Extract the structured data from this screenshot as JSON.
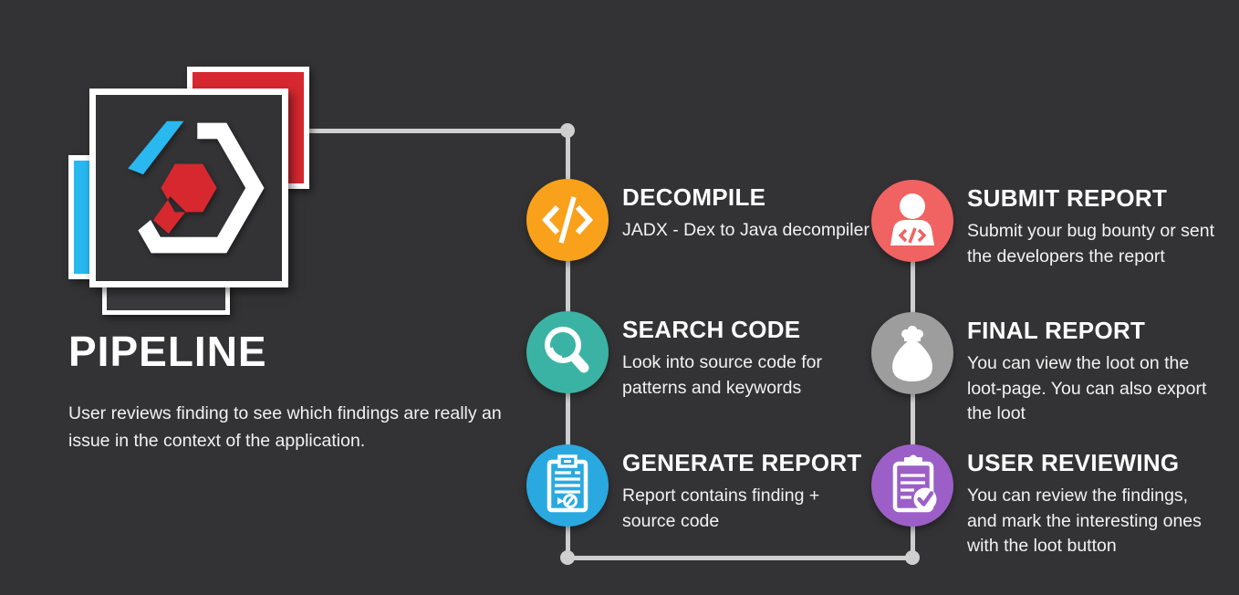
{
  "colors": {
    "background": "#333335",
    "connector": "#CFCFCF",
    "logo_red": "#D7282F",
    "logo_cyan": "#29B8F0",
    "card_dark": "#333335",
    "card_bottom": "#3A393C"
  },
  "brand": {
    "title": "PIPELINE",
    "subtitle_lines": [
      "User reviews finding to see which findings are really an",
      "issue in the context of the application."
    ]
  },
  "steps": [
    {
      "title": "DECOMPILE",
      "icon": "code-icon",
      "color": "#F9A11B",
      "desc": [
        "JADX - Dex to Java decompiler"
      ]
    },
    {
      "title": "SEARCH CODE",
      "icon": "magnifier-icon",
      "color": "#3AB3A4",
      "desc": [
        "Look into source code for",
        "patterns and keywords"
      ]
    },
    {
      "title": "GENERATE REPORT",
      "icon": "report-document-icon",
      "color": "#29A9E0",
      "desc": [
        "Report contains finding +",
        "source code"
      ]
    },
    {
      "title": "SUBMIT REPORT",
      "icon": "person-code-icon",
      "color": "#F16262",
      "desc": [
        "Submit your bug bounty or sent",
        "the developers the report"
      ]
    },
    {
      "title": "FINAL REPORT",
      "icon": "loot-bag-icon",
      "color": "#9D9D9D",
      "desc": [
        "You can view the loot on the",
        "loot-page. You can also export",
        "the loot"
      ]
    },
    {
      "title": "USER REVIEWING",
      "icon": "clipboard-check-icon",
      "color": "#9C5FC7",
      "desc": [
        "You can review the findings,",
        "and mark the interesting ones",
        "with the loot button"
      ]
    }
  ]
}
